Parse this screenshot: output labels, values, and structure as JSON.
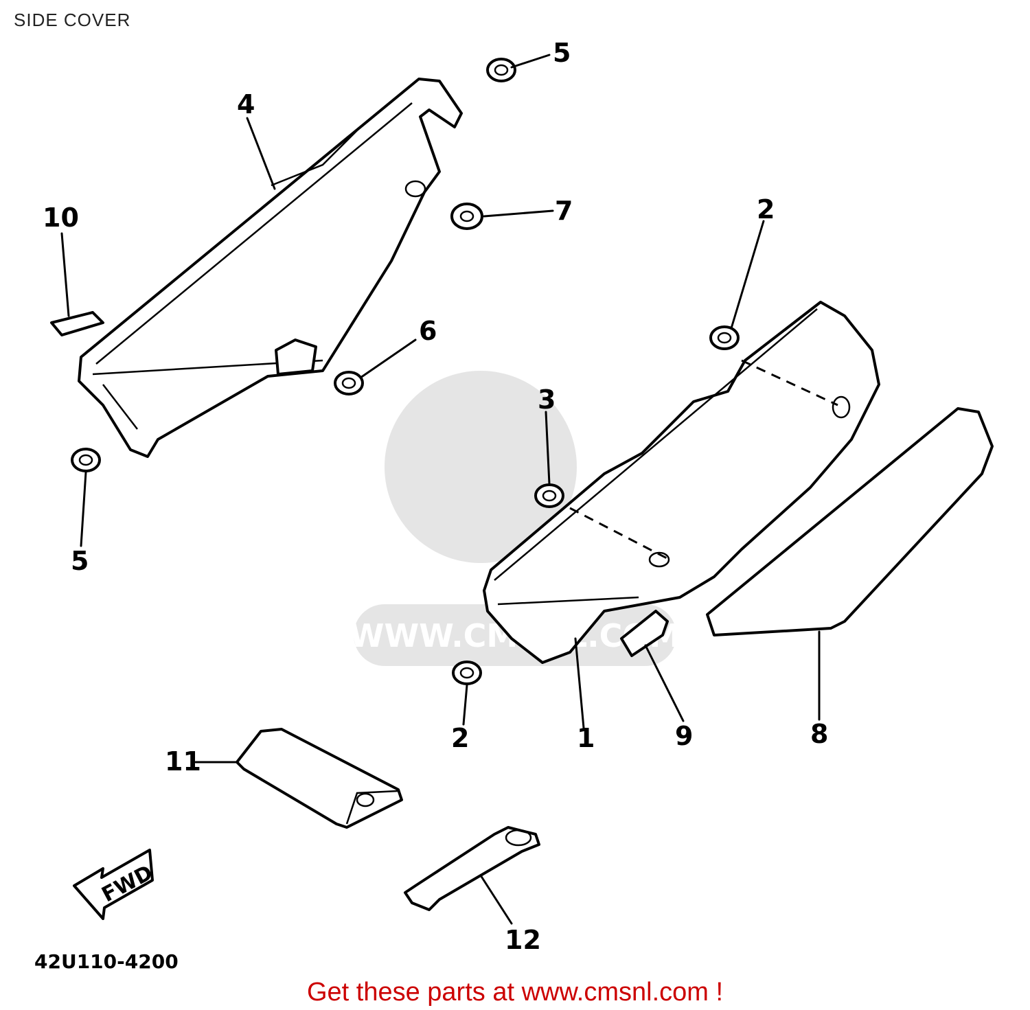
{
  "title": "SIDE COVER",
  "labels": {
    "l1": "1",
    "l2a": "2",
    "l2b": "2",
    "l3": "3",
    "l4": "4",
    "l5a": "5",
    "l5b": "5",
    "l6": "6",
    "l7": "7",
    "l8": "8",
    "l9": "9",
    "l10": "10",
    "l11": "11",
    "l12": "12"
  },
  "arrow_text": "FWD",
  "diagram_code": "42U110-4200",
  "watermark": "WWW.CMSNL.COM",
  "footer": "Get these parts at www.cmsnl.com !"
}
